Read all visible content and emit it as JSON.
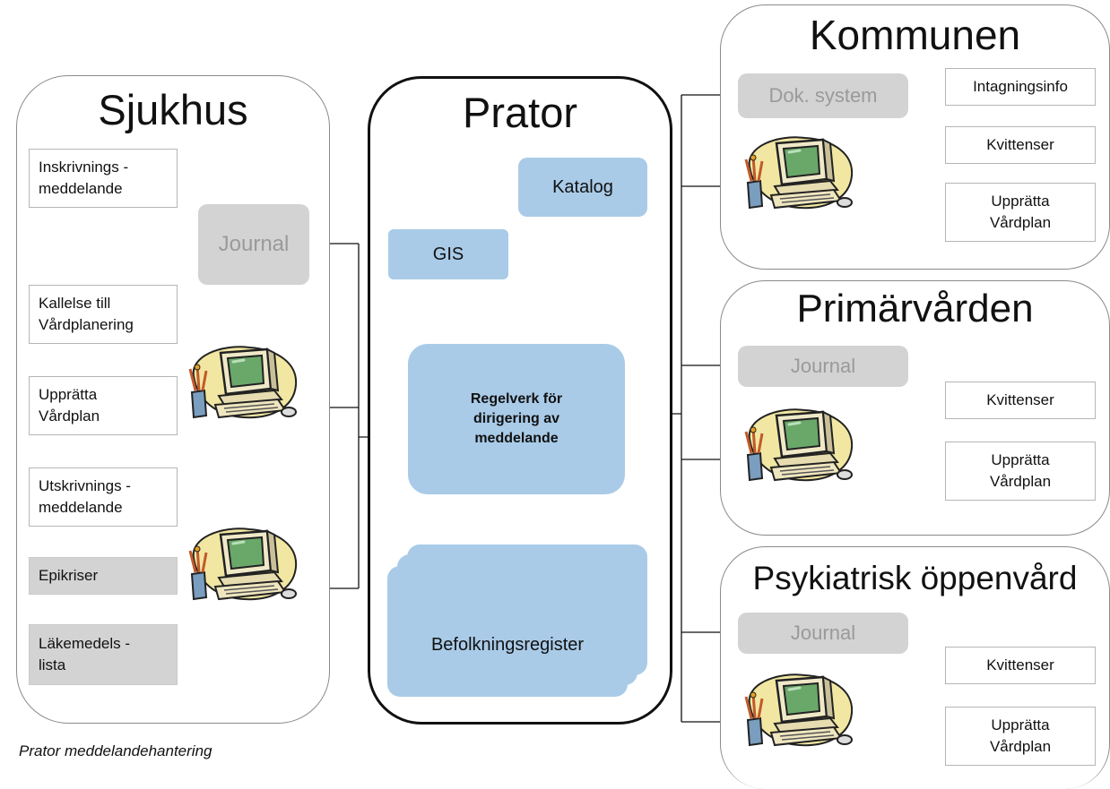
{
  "caption": "Prator meddelandehantering",
  "sjukhus": {
    "title": "Sjukhus",
    "journal": "Journal",
    "items": [
      "Inskrivnings -\nmeddelande",
      "Kallelse till\nVårdplanering",
      "Upprätta\nVårdplan",
      "Utskrivnings -\nmeddelande",
      "Epikriser",
      "Läkemedels -\nlista"
    ]
  },
  "prator": {
    "title": "Prator",
    "katalog": "Katalog",
    "gis": "GIS",
    "regelverk": "Regelverk för\ndirigering av\nmeddelande",
    "befolkningsregister": "Befolkningsregister"
  },
  "kommunen": {
    "title": "Kommunen",
    "system": "Dok. system",
    "items": [
      "Intagningsinfo",
      "Kvittenser",
      "Upprätta\nVårdplan"
    ]
  },
  "primarvarden": {
    "title": "Primärvården",
    "system": "Journal",
    "items": [
      "Kvittenser",
      "Upprätta\nVårdplan"
    ]
  },
  "psykiatrisk": {
    "title": "Psykiatrisk öppenvård",
    "system": "Journal",
    "items": [
      "Kvittenser",
      "Upprätta\nVårdplan"
    ]
  },
  "colors": {
    "blue_box": "#a9cbe8",
    "gray_box": "#d3d3d3",
    "gray_text": "#9a9a9a",
    "panel_border": "#8a8a8a"
  },
  "icons": {
    "computer": "computer-clipart-icon"
  }
}
